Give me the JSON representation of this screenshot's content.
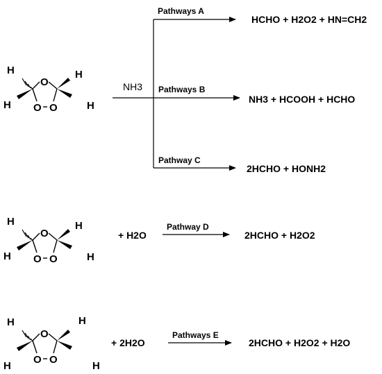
{
  "molecule": {
    "atom_H": "H",
    "atom_O": "O"
  },
  "reaction1": {
    "reagent": "NH3",
    "pathway_a": {
      "label": "Pathways A",
      "products": [
        "HCHO",
        "+",
        "H2O2",
        "+",
        "HN=CH2"
      ]
    },
    "pathway_b": {
      "label": "Pathways B",
      "products": [
        "NH3",
        "+",
        "HCOOH",
        "+",
        "HCHO"
      ]
    },
    "pathway_c": {
      "label": "Pathway C",
      "products": [
        "2HCHO",
        "+",
        "HONH2"
      ]
    }
  },
  "reaction2": {
    "reagent": "+ H2O",
    "pathway": {
      "label": "Pathway D",
      "products": [
        "2HCHO",
        "+",
        "H2O2"
      ]
    }
  },
  "reaction3": {
    "reagent": "+ 2H2O",
    "pathway": {
      "label": "Pathways E",
      "products": [
        "2HCHO",
        "+",
        "H2O2",
        "+",
        "H2O"
      ]
    }
  }
}
